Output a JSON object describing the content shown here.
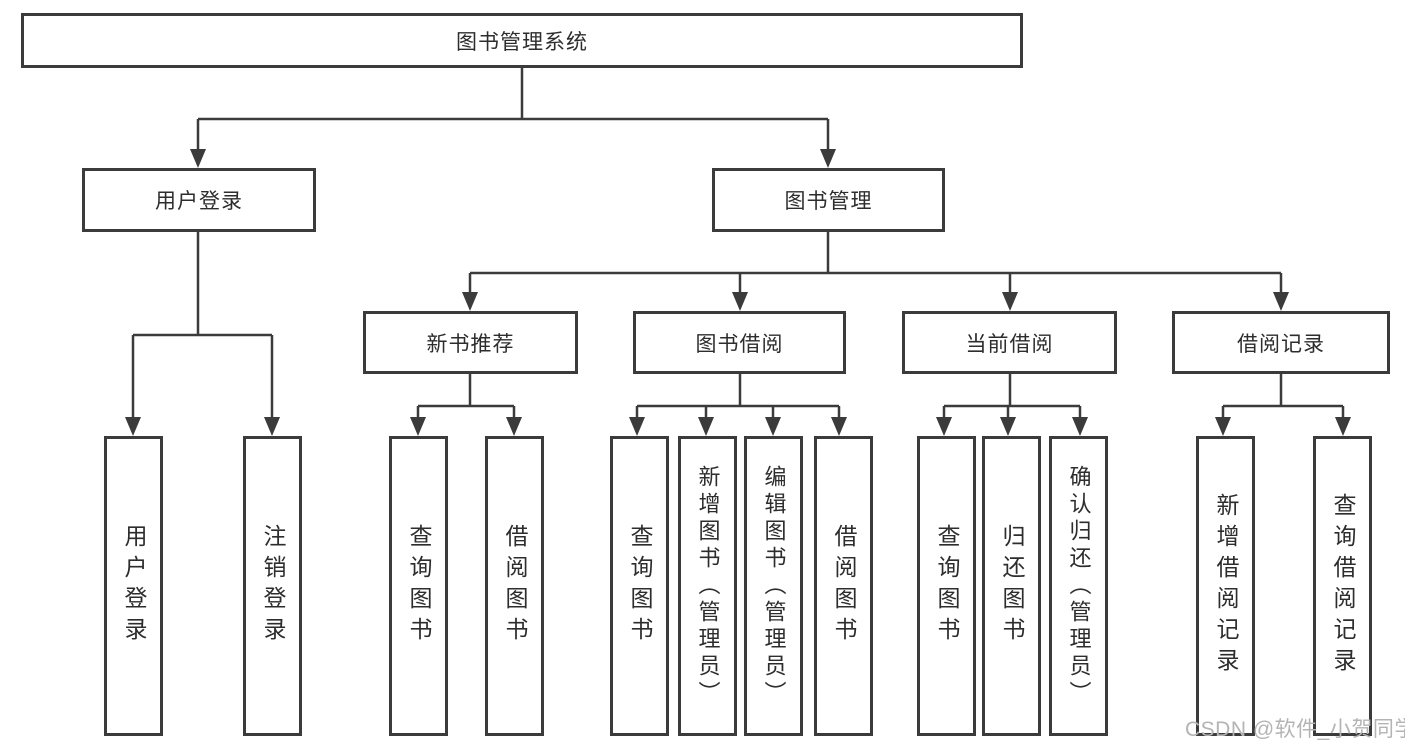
{
  "diagram_title": "图书管理系统",
  "tree": {
    "label": "图书管理系统",
    "children": [
      {
        "label": "用户登录",
        "children": [
          {
            "label": "用户登录"
          },
          {
            "label": "注销登录"
          }
        ]
      },
      {
        "label": "图书管理",
        "children": [
          {
            "label": "新书推荐",
            "children": [
              {
                "label": "查询图书"
              },
              {
                "label": "借阅图书"
              }
            ]
          },
          {
            "label": "图书借阅",
            "children": [
              {
                "label": "查询图书"
              },
              {
                "label": "新增图书（管理员）"
              },
              {
                "label": "编辑图书（管理员）"
              },
              {
                "label": "借阅图书"
              }
            ]
          },
          {
            "label": "当前借阅",
            "children": [
              {
                "label": "查询图书"
              },
              {
                "label": "归还图书"
              },
              {
                "label": "确认归还（管理员）"
              }
            ]
          },
          {
            "label": "借阅记录",
            "children": [
              {
                "label": "新增借阅记录"
              },
              {
                "label": "查询借阅记录"
              }
            ]
          }
        ]
      }
    ]
  },
  "watermark": {
    "text": "CSDN @软件_小贺同学"
  },
  "colors": {
    "line": "#3b3b3b",
    "text": "#2d2d2d",
    "wm": "#b4b4b4",
    "bg": "#ffffff"
  }
}
